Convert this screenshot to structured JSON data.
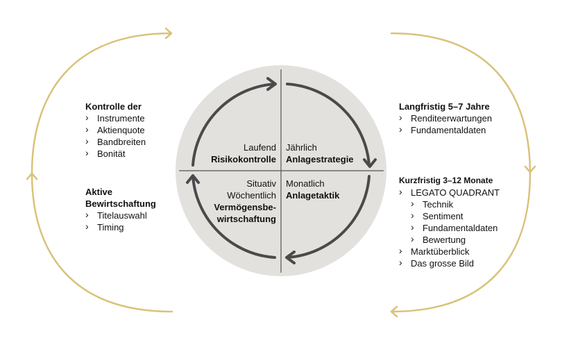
{
  "colors": {
    "gold": "#d9c27a",
    "circle_fill": "#e3e1de",
    "arrow": "#4a4a4a",
    "divider": "#555555",
    "text": "#111111"
  },
  "left": {
    "kontrolle": {
      "heading": "Kontrolle der",
      "items": [
        "Instrumente",
        "Aktienquote",
        "Bandbreiten",
        "Bonität"
      ]
    },
    "aktive": {
      "heading_line1": "Aktive",
      "heading_line2": "Bewirtschaftung",
      "items": [
        "Titelauswahl",
        "Timing"
      ]
    }
  },
  "right": {
    "langfristig": {
      "heading": "Langfristig 5–7 Jahre",
      "items": [
        "Renditeerwartungen",
        "Fundamentaldaten"
      ]
    },
    "kurzfristig": {
      "heading": "Kurzfristig 3–12 Monate",
      "item_legato": "LEGATO QUADRANT",
      "legato_sub": [
        "Technik",
        "Sentiment",
        "Fundamentaldaten",
        "Bewertung"
      ],
      "items_after": [
        "Marktüberblick",
        "Das grosse Bild"
      ]
    }
  },
  "quadrants": {
    "top_left": {
      "line1": "Laufend",
      "line2": "Risikokontrolle"
    },
    "top_right": {
      "line1": "Jährlich",
      "line2": "Anlagestrategie"
    },
    "bottom_right": {
      "line1": "Monatlich",
      "line2": "Anlagetaktik"
    },
    "bottom_left": {
      "line1": "Situativ",
      "line2": "Wöchentlich",
      "line3": "Vermögensbe-",
      "line4": "wirtschaftung"
    }
  }
}
